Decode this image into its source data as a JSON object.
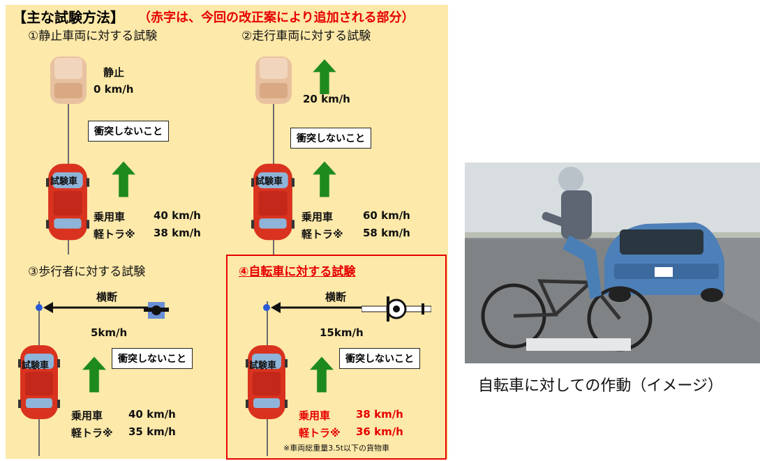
{
  "header": {
    "title": "【主な試験方法】",
    "note": "（赤字は、今回の改正案により追加される部分）"
  },
  "sections": [
    {
      "title": "①静止車両に対する試験",
      "target_state": "静止",
      "target_speed": "0 km/h",
      "no_collision": "衝突しないこと",
      "test_car_label": "試験車",
      "passenger_label": "乗用車",
      "passenger_speed": "40 km/h",
      "truck_label": "軽トラ※",
      "truck_speed": "38 km/h"
    },
    {
      "title": "②走行車両に対する試験",
      "target_speed": "20 km/h",
      "no_collision": "衝突しないこと",
      "test_car_label": "試験車",
      "passenger_label": "乗用車",
      "passenger_speed": "60 km/h",
      "truck_label": "軽トラ※",
      "truck_speed": "58 km/h"
    },
    {
      "title": "③歩行者に対する試験",
      "crossing": "横断",
      "target_speed": "5km/h",
      "no_collision": "衝突しないこと",
      "test_car_label": "試験車",
      "passenger_label": "乗用車",
      "passenger_speed": "40 km/h",
      "truck_label": "軽トラ※",
      "truck_speed": "35 km/h"
    },
    {
      "title": "④自転車に対する試験",
      "crossing": "横断",
      "target_speed": "15km/h",
      "no_collision": "衝突しないこと",
      "test_car_label": "試験車",
      "passenger_label": "乗用車",
      "passenger_speed": "38 km/h",
      "truck_label": "軽トラ※",
      "truck_speed": "36 km/h",
      "footnote": "※車両総重量3.5t以下の貨物車"
    }
  ],
  "photo": {
    "caption": "自転車に対しての作動（イメージ）"
  },
  "colors": {
    "panel_bg": "#fde9a9",
    "accent_red": "#e60000",
    "arrow_green": "#1e8a1e",
    "car_red": "#d9331f"
  }
}
